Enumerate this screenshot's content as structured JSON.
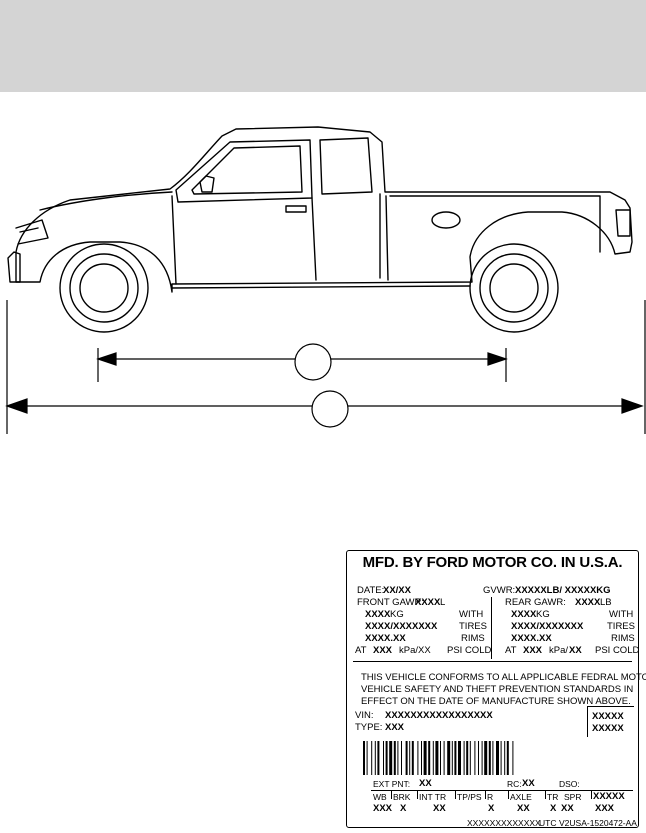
{
  "diagram": {
    "callouts": [
      "",
      ""
    ]
  },
  "label": {
    "title": "MFD. BY FORD MOTOR CO. IN U.S.A.",
    "date_label": "DATE:",
    "date_value": "XX/XX",
    "gvwr_label": "GVWR:",
    "gvwr_value": "XXXXXLB/ XXXXXKG",
    "front": {
      "label": "FRONT GAWR:",
      "lb": "XXXX",
      "lb_unit": "L",
      "kg": "XXXX",
      "kg_unit": "KG",
      "tires": "XXXX/XXXXXXX",
      "rims": "XXXX.XX",
      "with": "WITH",
      "tires_label": "TIRES",
      "rims_label": "RIMS",
      "at": "AT",
      "kpa": "XXX",
      "kpa_unit": "kPa/XX",
      "psi": "PSI COLD"
    },
    "rear": {
      "label": "REAR GAWR:",
      "lb": "XXXX",
      "lb_unit": "LB",
      "kg": "XXXX",
      "kg_unit": "KG",
      "tires": "XXXX/XXXXXXX",
      "rims": "XXXX.XX",
      "with": "WITH",
      "tires_label": "TIRES",
      "rims_label": "RIMS",
      "at": "AT",
      "kpa": "XXX",
      "kpa_unit": "kPa/",
      "kpa_bold": "XX",
      "psi": "PSI COLD"
    },
    "conformity": [
      "THIS VEHICLE CONFORMS TO ALL APPLICABLE FEDRAL MOTOR",
      "VEHICLE SAFETY AND THEFT PREVENTION STANDARDS IN",
      "EFFECT ON THE DATE OF MANUFACTURE SHOWN ABOVE."
    ],
    "vin_label": "VIN:",
    "vin_value": "XXXXXXXXXXXXXXXXX",
    "type_label": "TYPE:",
    "type_value": "XXX",
    "box_values": [
      "XXXXX",
      "XXXXX"
    ],
    "ext_pnt_label": "EXT PNT:",
    "ext_pnt_value": "XX",
    "rc_label": "RC:",
    "rc_value": "XX",
    "dso_label": "DSO:",
    "codes": {
      "headers": [
        "WB",
        "BRK",
        "INT TR",
        "TP/PS",
        "R",
        "AXLE",
        "TR",
        "SPR",
        "XXXXX"
      ],
      "values": [
        "XXX",
        "X",
        "XX",
        "X",
        "XX",
        "X",
        "XX",
        "XXX"
      ]
    },
    "footer_code": "XXXXXXXXXXXXX",
    "footer_utc": "UTC",
    "footer_part": "V2USA-1520472-AA"
  }
}
